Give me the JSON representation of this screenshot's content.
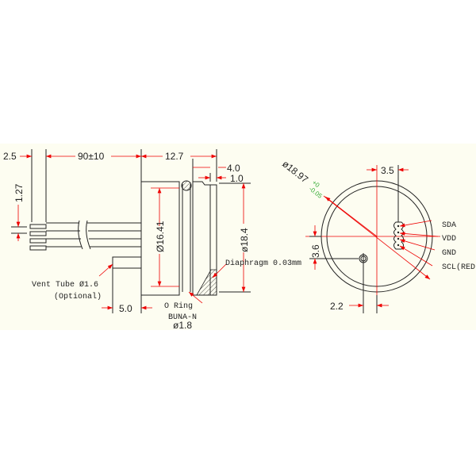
{
  "side_view": {
    "dim_wire_strip": "2.5",
    "dim_cable_length": "90±10",
    "dim_body_length": "12.7",
    "dim_front": "4.0",
    "dim_diaphragm_offset": "1.0",
    "dim_pin_pitch": "1.27",
    "dim_inner_diameter": "Ø16.41",
    "dim_outer_diameter": "ø18.4",
    "dim_vent_length": "5.0",
    "vent_tube_label": "Vent Tube Ø1.6",
    "vent_tube_note": "(Optional)",
    "oring_label": "O Ring",
    "oring_material": "BUNA-N",
    "oring_size": "ø1.8",
    "diaphragm_label": "Diaphragm 0.03mm"
  },
  "front_view": {
    "dim_diameter": "ø18.97",
    "tol_upper": "+0",
    "tol_lower": "-0.05",
    "dim_pin_offset_x": "3.5",
    "dim_vent_offset_y": "3.6",
    "dim_vent_offset_x": "2.2",
    "pins": [
      "SDA",
      "VDD",
      "GND",
      "SCL(RED)"
    ]
  },
  "colors": {
    "dimension": "#ee0000",
    "outline": "#222222",
    "tolerance": "#33aa33",
    "background": "#fdfdf1"
  }
}
